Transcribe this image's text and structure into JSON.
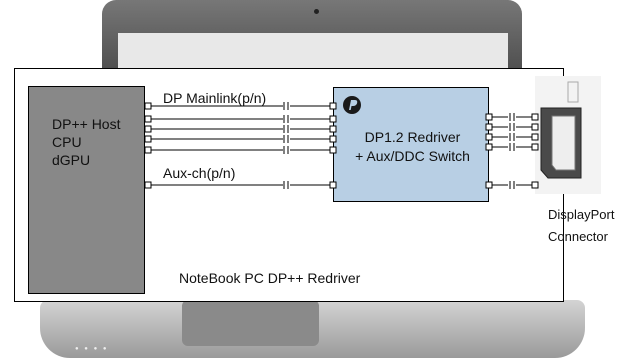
{
  "host": {
    "lines": [
      "DP++ Host",
      "CPU",
      "dGPU"
    ]
  },
  "redriver": {
    "logo_icon": "pericom-p-logo-icon",
    "lines": [
      "DP1.2 Redriver",
      "+ Aux/DDC Switch"
    ]
  },
  "labels": {
    "mainlink": "DP Mainlink(p/n)",
    "aux": "Aux-ch(p/n)",
    "caption": "NoteBook PC DP++ Redriver"
  },
  "connector": {
    "lines": [
      "DisplayPort",
      "Connector"
    ]
  },
  "colors": {
    "host_fill": "#888888",
    "redriver_fill": "#b8cfe4"
  }
}
